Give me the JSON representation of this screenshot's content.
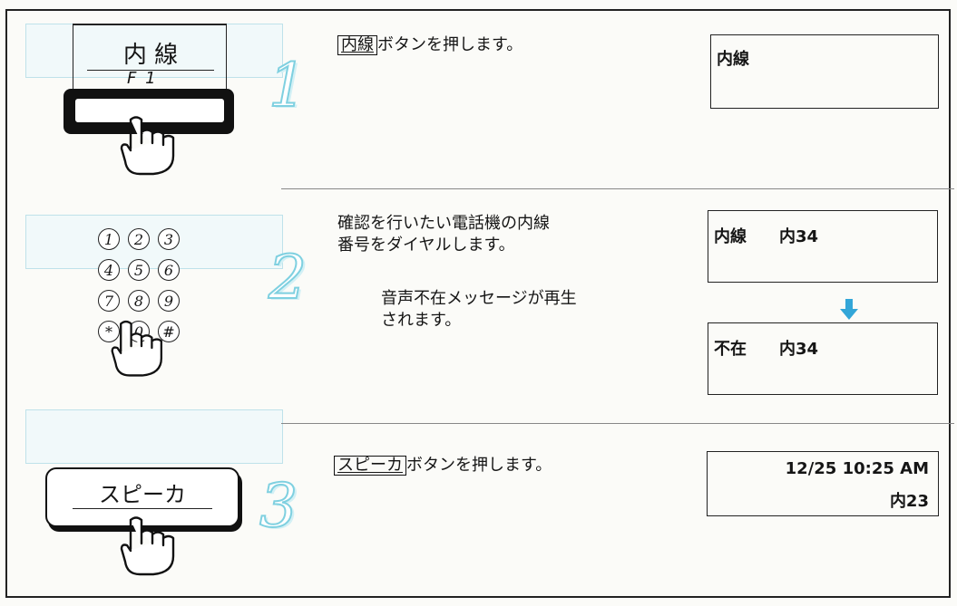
{
  "steps": [
    {
      "number": "1",
      "key_main": "内 線",
      "key_sub": "F 1",
      "instruction_key": "内線",
      "instruction_rest": "ボタンを押します。",
      "display": {
        "line1": "内線"
      }
    },
    {
      "number": "2",
      "keypad": [
        "1",
        "2",
        "3",
        "4",
        "5",
        "6",
        "7",
        "8",
        "9",
        "*",
        "0",
        "#"
      ],
      "instruction_line1": "確認を行いたい電話機の内線",
      "instruction_line2": "番号をダイヤルします。",
      "note_line1": "音声不在メッセージが再生",
      "note_line2": "されます。",
      "display_before": {
        "label": "内線",
        "ext": "内34"
      },
      "display_after": {
        "label": "不在",
        "ext": "内34"
      }
    },
    {
      "number": "3",
      "key_main": "スピーカ",
      "instruction_key": "スピーカ",
      "instruction_rest": "ボタンを押します。",
      "display": {
        "datetime": "12/25 10:25 AM",
        "ext": "内23"
      }
    }
  ],
  "colors": {
    "accent": "#7fd0e0",
    "arrow": "#33a6d8",
    "ghost": "#bfe2ea"
  }
}
